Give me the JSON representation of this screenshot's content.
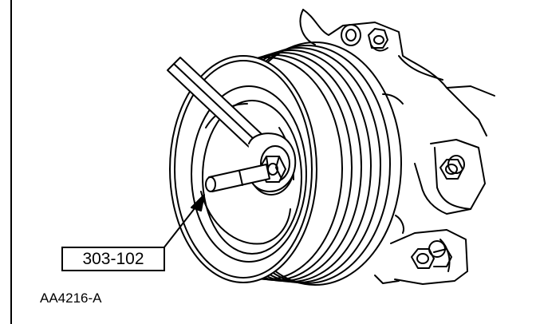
{
  "callout": {
    "label": "303-102"
  },
  "figure": {
    "id": "AA4216-A"
  },
  "colors": {
    "line": "#000000",
    "fill": "#ffffff"
  },
  "icons": {
    "tool": "crankshaft-holding-tool",
    "part": "crankshaft-pulley",
    "pointer": "leader-arrow"
  }
}
